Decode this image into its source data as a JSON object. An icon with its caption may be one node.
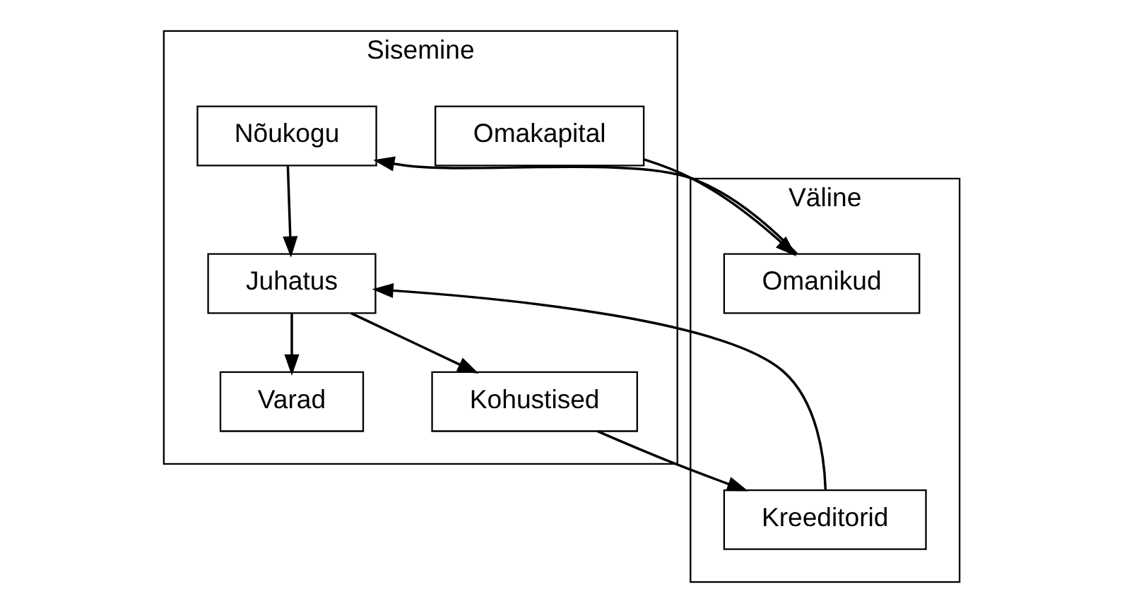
{
  "diagram": {
    "nodes": [
      {
        "text": [
          "Sisemine"
        ]
      },
      {
        "text": [
          "Väline"
        ]
      },
      {
        "text": [
          "Nõukogu"
        ],
        "in": 0
      },
      {
        "text": [
          "Juhatus"
        ],
        "in": 0
      },
      {
        "text": [
          "Varad"
        ],
        "in": 0
      },
      {
        "text": [
          "Kohustised"
        ],
        "in": 0
      },
      {
        "text": [
          "Omakapital"
        ],
        "in": 0
      },
      {
        "text": [
          "Kreeditorid"
        ],
        "in": 1
      },
      {
        "text": [
          "Omanikud"
        ],
        "in": 1
      }
    ],
    "edges": [
      {
        "from": 8,
        "to": 2,
        "arrow": "to"
      },
      {
        "from": 2,
        "to": 3,
        "arrow": "to"
      },
      {
        "from": 7,
        "to": 3,
        "arrow": "to"
      },
      {
        "from": 3,
        "to": 4,
        "arrow": "to"
      },
      {
        "from": 3,
        "to": 5,
        "arrow": "to"
      },
      {
        "from": 5,
        "to": 7,
        "arrow": "to"
      },
      {
        "from": 6,
        "to": 8,
        "arrow": "to"
      }
    ]
  }
}
